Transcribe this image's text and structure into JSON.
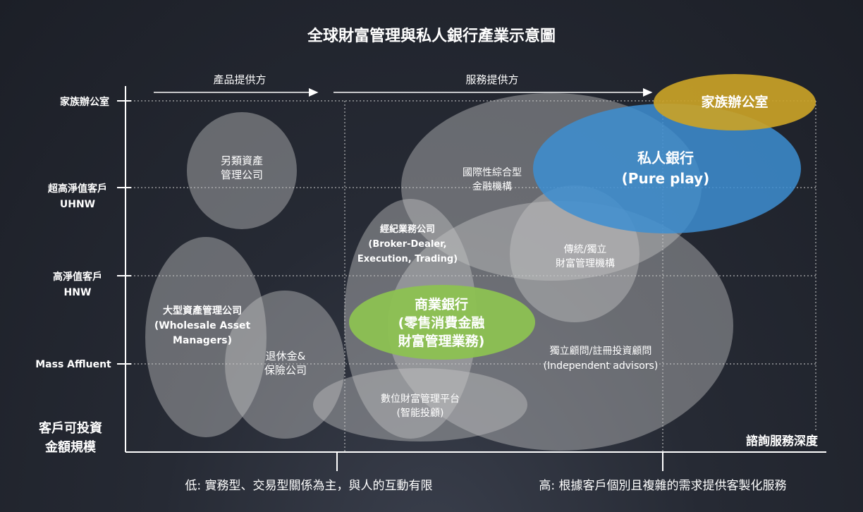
{
  "title": "全球財富管理與私人銀行產業示意圖",
  "y_axis": {
    "tiers": [
      {
        "lines": [
          "家族辦公室"
        ]
      },
      {
        "lines": [
          "超高淨值客戶",
          "UHNW"
        ]
      },
      {
        "lines": [
          "高淨值客戶",
          "HNW"
        ]
      },
      {
        "lines": [
          "Mass Affluent"
        ]
      }
    ],
    "label_lines": [
      "客戶可投資",
      "金額規模"
    ]
  },
  "x_axis": {
    "label": "諮詢服務深度",
    "low_label": "低: 實務型、交易型關係為主，與人的互動有限",
    "high_label": "高: 根據客戶個別且複雜的需求提供客製化服務",
    "product_provider": "產品提供方",
    "service_provider": "服務提供方"
  },
  "entities": [
    {
      "id": "alt-asset",
      "lines": [
        "另類資產",
        "管理公司"
      ],
      "color": "#c8c8c8"
    },
    {
      "id": "wholesale-asset",
      "lines": [
        "大型資產管理公司",
        "(Wholesale Asset",
        "Managers)"
      ],
      "color": "#c8c8c8"
    },
    {
      "id": "pension-insurance",
      "lines": [
        "退休金&",
        "保險公司"
      ],
      "color": "#c8c8c8"
    },
    {
      "id": "digital-platform",
      "lines": [
        "數位財富管理平台",
        "(智能投顧)"
      ],
      "color": "#c8c8c8"
    },
    {
      "id": "broker-dealer",
      "lines": [
        "經紀業務公司",
        "(Broker-Dealer,",
        "Execution, Trading)"
      ],
      "color": "#c8c8c8"
    },
    {
      "id": "international-finance",
      "lines": [
        "國際性綜合型",
        "金融機構"
      ],
      "color": "#c8c8c8"
    },
    {
      "id": "independent-advisors",
      "lines": [
        "獨立顧問/註冊投資顧問",
        "(Independent advisors)"
      ],
      "color": "#c8c8c8"
    },
    {
      "id": "traditional-independent",
      "lines": [
        "傳統/獨立",
        "財富管理機構"
      ],
      "color": "#c8c8c8"
    },
    {
      "id": "commercial-bank",
      "lines": [
        "商業銀行",
        "(零售消費金融",
        "財富管理業務)"
      ],
      "color": "#8cc152"
    },
    {
      "id": "private-bank",
      "lines": [
        "私人銀行",
        "(Pure play)"
      ],
      "color": "#3d8ed1"
    },
    {
      "id": "family-office",
      "lines": [
        "家族辦公室"
      ],
      "color": "#c9a227"
    }
  ]
}
